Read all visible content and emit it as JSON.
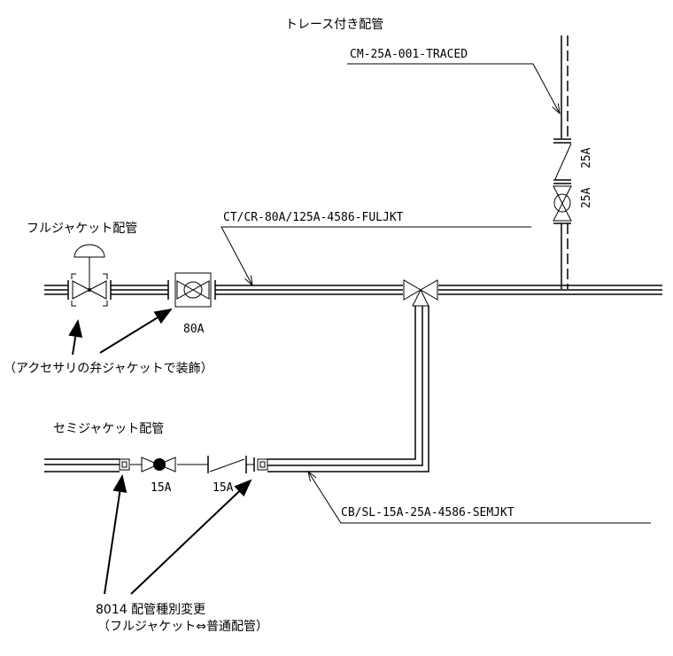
{
  "labels": {
    "traced_title": "トレース付き配管",
    "traced_line": "CM-25A-001-TRACED",
    "traced_size_1": "25A",
    "traced_size_2": "25A",
    "full_title": "フルジャケット配管",
    "full_line": "CT/CR-80A/125A-4586-FULJKT",
    "full_size": "80A",
    "full_note": "（アクセサリの弁ジャケットで装飾）",
    "semi_title": "セミジャケット配管",
    "semi_size_1": "15A",
    "semi_size_2": "15A",
    "semi_line": "CB/SL-15A-25A-4586-SEMJKT",
    "change_note_1": "8014 配管種別変更",
    "change_note_2": "（フルジャケット⇔普通配管）"
  },
  "colors": {
    "line": "#000000",
    "background": "#ffffff"
  }
}
